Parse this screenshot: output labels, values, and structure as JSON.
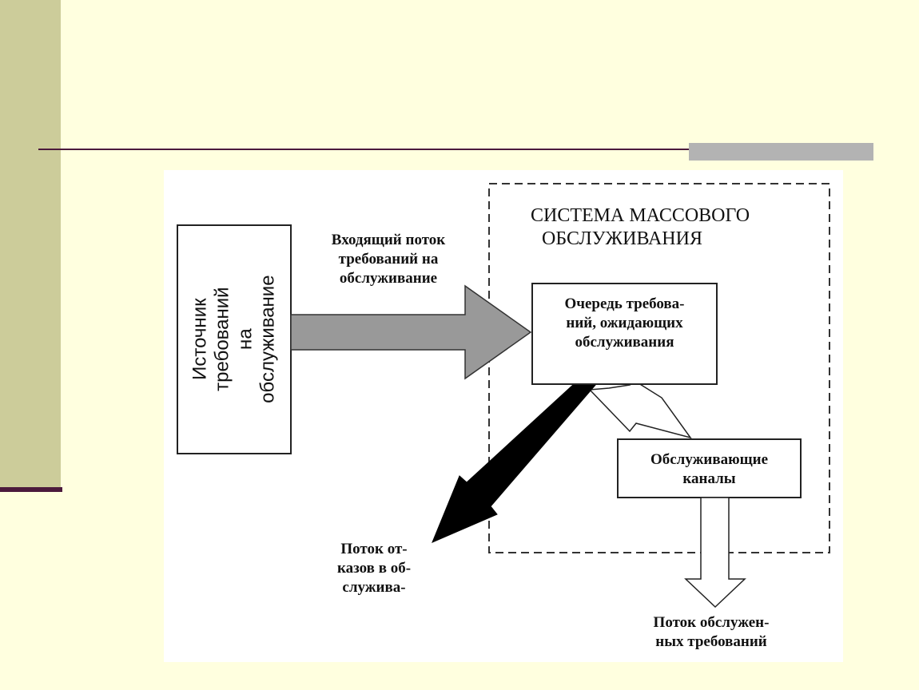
{
  "diagram": {
    "system_title_line1": "СИСТЕМА МАССОВОГО",
    "system_title_line2": "ОБСЛУЖИВАНИЯ",
    "source": "Источник требований на обслуживание",
    "incoming_flow": {
      "line1": "Входящий поток",
      "line2": "требований на",
      "line3": "обслуживание"
    },
    "queue": {
      "line1": "Очередь требова-",
      "line2": "ний, ожидающих",
      "line3": "обслуживания"
    },
    "channels": {
      "line1": "Обслуживающие",
      "line2": "каналы"
    },
    "rejection_flow": {
      "line1": "Поток от-",
      "line2": "казов в об-",
      "line3": "служива-"
    },
    "served_flow": {
      "line1": "Поток обслужен-",
      "line2": "ных требований"
    }
  },
  "colors": {
    "background": "#ffffdf",
    "sidebar": "#cccc9a",
    "rule": "#4b1a3c",
    "accent": "#b3b3b3",
    "incoming_arrow": "#999999",
    "rejection_arrow": "#000000"
  }
}
